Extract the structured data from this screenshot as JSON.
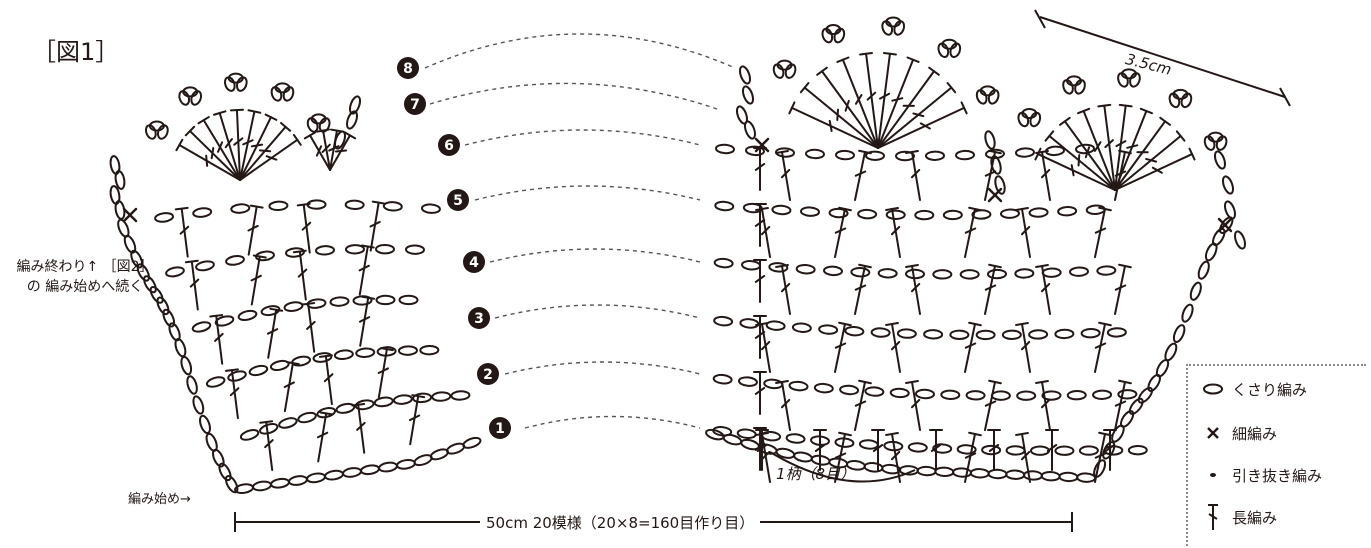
{
  "figure": {
    "title": "［図1］"
  },
  "notes": {
    "continue": "編み終わり↑ ［図2］の 編み始めへ続く",
    "start": "編み始め→"
  },
  "dimensions": {
    "width": "50cm 20模様（20×8=160目作り目）",
    "pattern_repeat": "1柄（8目）",
    "scallop": "3.5cm"
  },
  "rows": [
    "1",
    "2",
    "3",
    "4",
    "5",
    "6",
    "7",
    "8"
  ],
  "legend": {
    "chain": "くさり編み",
    "single": "細編み",
    "slip": "引き抜き編み",
    "double": "長編み"
  },
  "colors": {
    "ink": "#231815",
    "dashed": "#555555",
    "legend_border": "#8a8a8a"
  }
}
